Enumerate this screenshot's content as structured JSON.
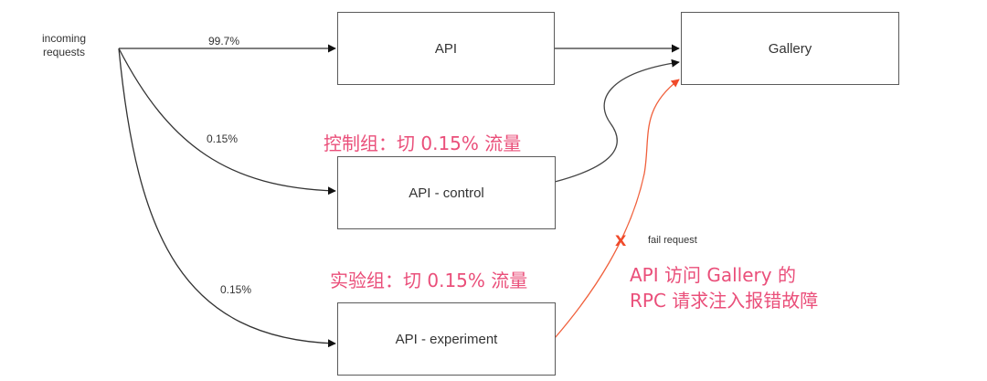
{
  "diagram": {
    "source": {
      "label": "incoming\nrequests"
    },
    "nodes": {
      "api": {
        "label": "API"
      },
      "gallery": {
        "label": "Gallery"
      },
      "control": {
        "label": "API - control"
      },
      "experiment": {
        "label": "API - experiment"
      }
    },
    "edges": [
      {
        "from": "incoming requests",
        "to": "API",
        "label": "99.7%",
        "style": "normal"
      },
      {
        "from": "incoming requests",
        "to": "API - control",
        "label": "0.15%",
        "style": "normal"
      },
      {
        "from": "incoming requests",
        "to": "API - experiment",
        "label": "0.15%",
        "style": "normal"
      },
      {
        "from": "API",
        "to": "Gallery",
        "label": "",
        "style": "normal"
      },
      {
        "from": "API - control",
        "to": "Gallery",
        "label": "",
        "style": "normal"
      },
      {
        "from": "API - experiment",
        "to": "Gallery",
        "label": "fail request",
        "style": "failed",
        "marker": "X"
      }
    ],
    "annotations": {
      "control_group": "控制组：切 0.15% 流量",
      "experiment_group": "实验组：切 0.15% 流量",
      "fault_line1": "API 访问 Gallery 的",
      "fault_line2": "RPC 请求注入报错故障"
    },
    "colors": {
      "edge": "#333333",
      "failed_edge": "#f0603c",
      "annotation": "#ea4f7a",
      "box_border": "#5a5a5a"
    }
  }
}
